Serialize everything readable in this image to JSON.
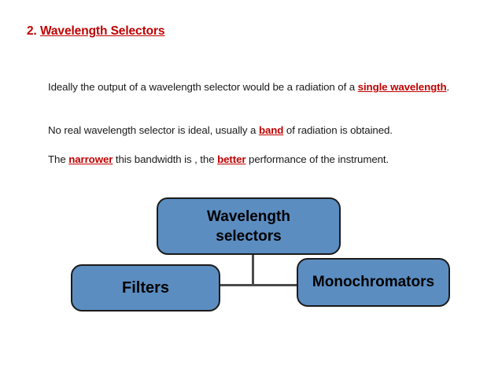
{
  "slide": {
    "title": {
      "number": "2.",
      "text": "Wavelength Selectors"
    },
    "paragraphs": [
      {
        "parts": [
          {
            "text": "Ideally the output of a wavelength selector would be a radiation of a ",
            "highlight": false
          },
          {
            "text": "single wavelength",
            "highlight": true
          },
          {
            "text": ".",
            "highlight": false
          }
        ]
      },
      {
        "parts": [
          {
            "text": "No real wavelength selector is ideal, usually a ",
            "highlight": false
          },
          {
            "text": "band",
            "highlight": true
          },
          {
            "text": " of radiation is obtained.",
            "highlight": false
          }
        ]
      },
      {
        "parts": [
          {
            "text": "The ",
            "highlight": false
          },
          {
            "text": "narrower",
            "highlight": true
          },
          {
            "text": " this bandwidth is , the ",
            "highlight": false
          },
          {
            "text": "better",
            "highlight": true
          },
          {
            "text": " performance of the instrument.",
            "highlight": false
          }
        ]
      }
    ],
    "diagram": {
      "top_box": {
        "line1": "Wavelength",
        "line2": "selectors"
      },
      "left_box": "Filters",
      "right_box": "Monochromators"
    },
    "colors": {
      "title": "#C00000",
      "highlight": "#C00000",
      "box_fill": "#5B8DC1",
      "box_border": "#1b1b1b",
      "body_text": "#1a1a1a",
      "background": "#ffffff"
    }
  }
}
